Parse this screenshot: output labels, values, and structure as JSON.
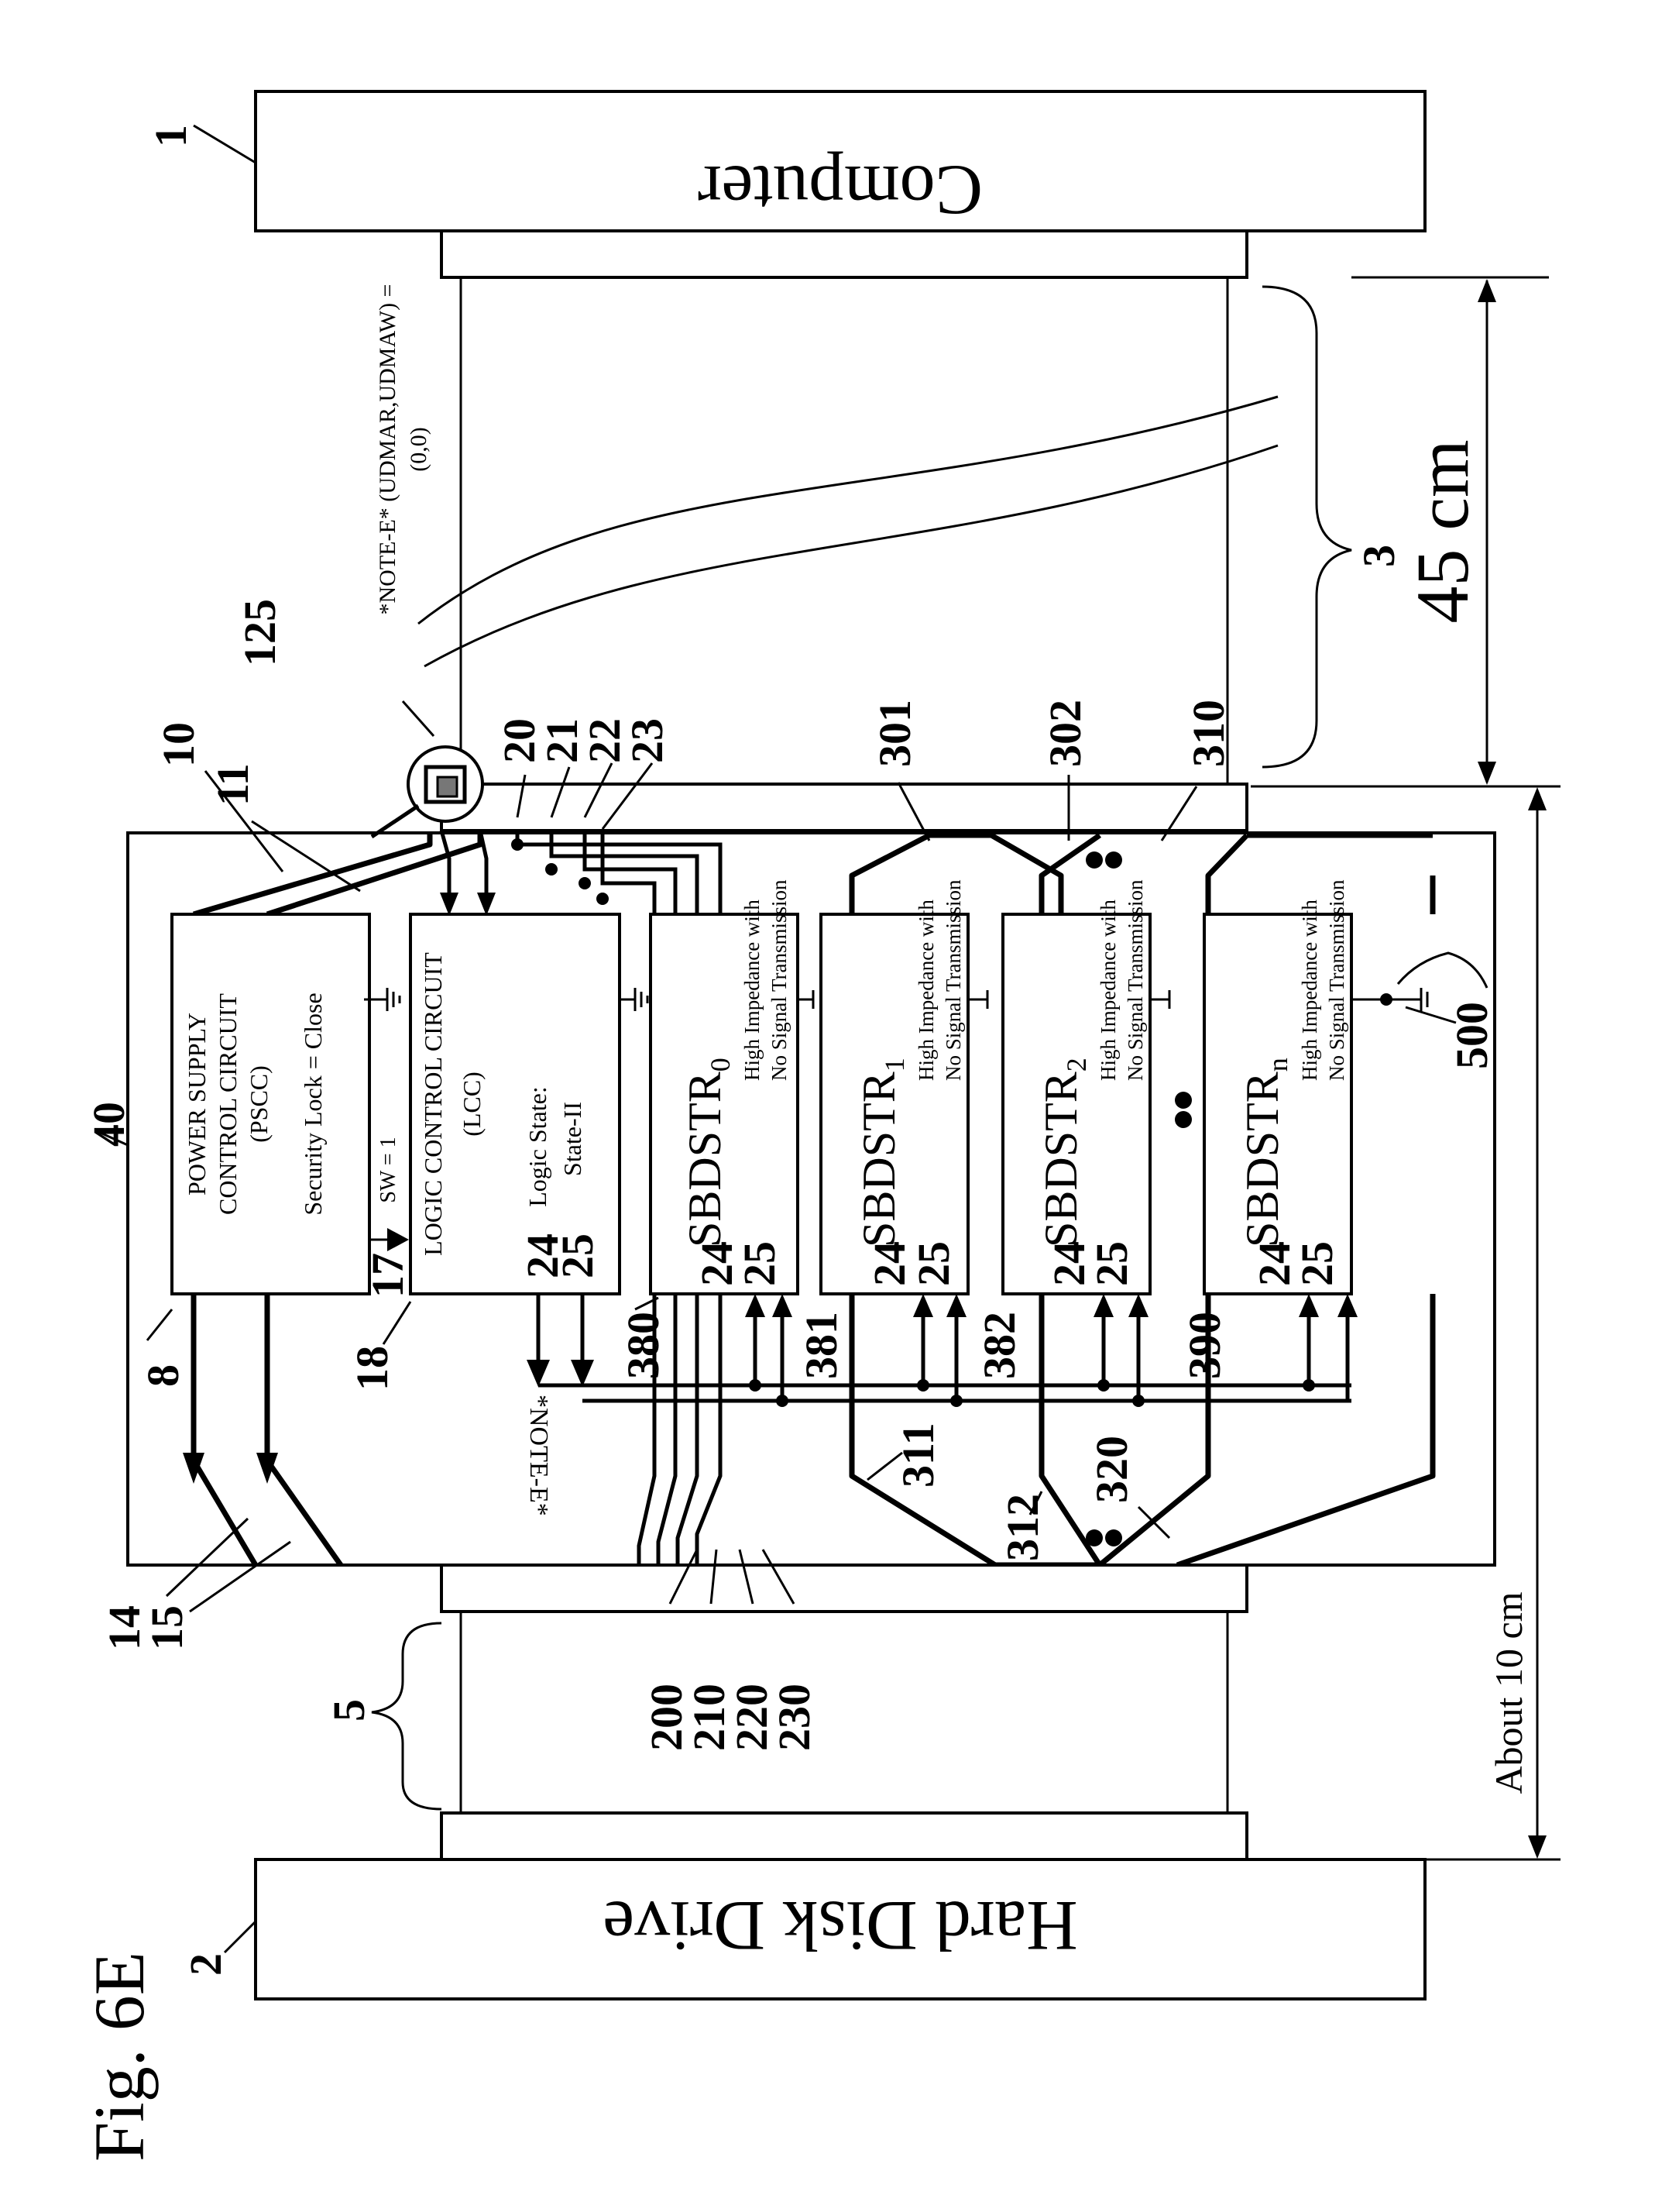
{
  "figure_label": "Fig. 6E",
  "devices": {
    "computer": "Computer",
    "hard_disk": "Hard Disk Drive"
  },
  "dimensions": {
    "cable_length": "45 cm",
    "device_length": "About 10 cm"
  },
  "note": {
    "line1": "*NOTE-E* (UDMAR,UDMAW) =",
    "line2": "(0,0)",
    "marker": "*NOTE-E*"
  },
  "pscc": {
    "line1": "POWER SUPPLY",
    "line2": "CONTROL CIRCUIT",
    "line3": "(PSCC)",
    "line4": "Security Lock = Close",
    "switch": "SW = 1"
  },
  "lcc": {
    "line1": "LOGIC CONTROL CIRCUIT",
    "line2": "(LCC)",
    "line3": "Logic State:",
    "line4": "State-II"
  },
  "sbdstr": [
    {
      "name": "SBDSTR",
      "sub": "0",
      "line1": "High Impedance with",
      "line2": "No Signal Transmission"
    },
    {
      "name": "SBDSTR",
      "sub": "1",
      "line1": "High Impedance with",
      "line2": "No Signal Transmission"
    },
    {
      "name": "SBDSTR",
      "sub": "2",
      "line1": "High Impedance with",
      "line2": "No Signal Transmission"
    },
    {
      "name": "SBDSTR",
      "sub": "n",
      "line1": "High Impedance with",
      "line2": "No Signal Transmission"
    }
  ],
  "refs": {
    "r1": "1",
    "r2": "2",
    "r3": "3",
    "r5": "5",
    "r8": "8",
    "r10": "10",
    "r11": "11",
    "r14": "14",
    "r15": "15",
    "r17": "17",
    "r18": "18",
    "r20": "20",
    "r21": "21",
    "r22": "22",
    "r23": "23",
    "r24": "24",
    "r25": "25",
    "r40": "40",
    "r125": "125",
    "r200": "200",
    "r210": "210",
    "r220": "220",
    "r230": "230",
    "r301": "301",
    "r302": "302",
    "r310": "310",
    "r311": "311",
    "r312": "312",
    "r320": "320",
    "r380": "380",
    "r381": "381",
    "r382": "382",
    "r390": "390",
    "r500": "500"
  }
}
